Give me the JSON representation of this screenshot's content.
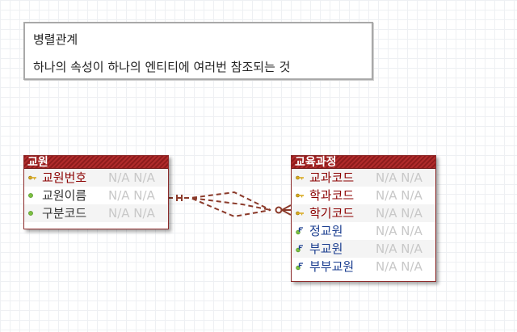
{
  "note": {
    "title": "병렬관계",
    "description": "하나의 속성이 하나의 엔티티에 여러번 참조되는 것"
  },
  "entities": [
    {
      "name": "교원",
      "attributes": [
        {
          "name": "교원번호",
          "kind": "primary-key",
          "icon": "key-icon",
          "type_text": "N/A N/A"
        },
        {
          "name": "교원이름",
          "kind": "attribute",
          "icon": "attribute-dot-icon",
          "type_text": "N/A N/A"
        },
        {
          "name": "구분코드",
          "kind": "attribute",
          "icon": "attribute-dot-icon",
          "type_text": "N/A N/A"
        }
      ]
    },
    {
      "name": "교육과정",
      "attributes": [
        {
          "name": "교과코드",
          "kind": "primary-key",
          "icon": "key-icon",
          "type_text": "N/A N/A"
        },
        {
          "name": "학과코드",
          "kind": "primary-key",
          "icon": "key-icon",
          "type_text": "N/A N/A"
        },
        {
          "name": "학기코드",
          "kind": "primary-key",
          "icon": "key-icon",
          "type_text": "N/A N/A"
        },
        {
          "name": "정교원",
          "kind": "foreign-key",
          "icon": "foreign-key-icon",
          "type_text": "N/A N/A"
        },
        {
          "name": "부교원",
          "kind": "foreign-key",
          "icon": "foreign-key-icon",
          "type_text": "N/A N/A"
        },
        {
          "name": "부부교원",
          "kind": "foreign-key",
          "icon": "foreign-key-icon",
          "type_text": "N/A N/A"
        }
      ]
    }
  ],
  "relationship": {
    "from": "교원",
    "to": "교육과정",
    "count": 3,
    "line_style": "dashed",
    "color": "#8b3a2a",
    "cardinality": "one-to-zero-or-many"
  },
  "colors": {
    "header": "#a52424",
    "primary_key_text": "#8b0000",
    "foreign_key_text": "#1a3d8f",
    "type_text": "#c8c8c8"
  }
}
